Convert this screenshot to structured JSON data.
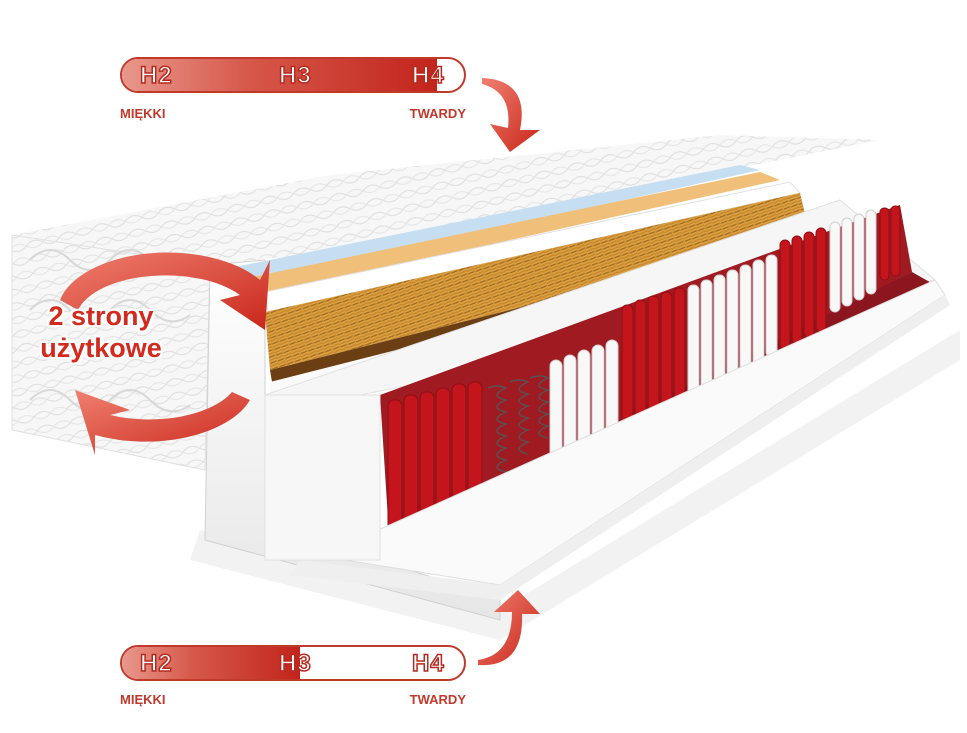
{
  "top_scale": {
    "levels": [
      "H2",
      "H3",
      "H4"
    ],
    "fill_percent": 92,
    "left_label": "MIĘKKI",
    "right_label": "TWARDY"
  },
  "bottom_scale": {
    "levels": [
      "H2",
      "H3",
      "H4"
    ],
    "fill_percent": 52,
    "left_label": "MIĘKKI",
    "right_label": "TWARDY"
  },
  "badge": {
    "line1": "2 strony",
    "line2": "użytkowe"
  },
  "colors": {
    "accent_red": "#c2241b",
    "light_red": "#e8988c",
    "coconut": "#c98a2e",
    "pocket_red": "#b3151c",
    "foam_white": "#f4f4f2"
  }
}
